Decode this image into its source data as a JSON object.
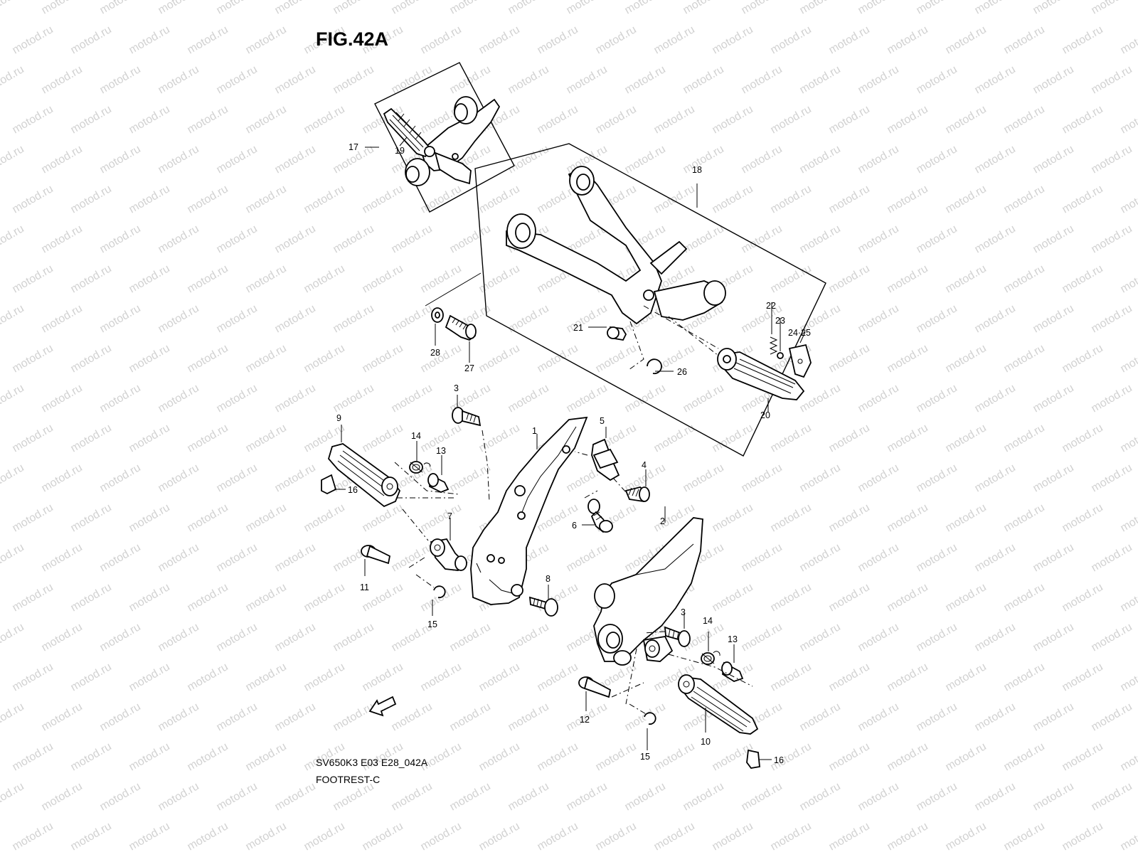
{
  "figure": {
    "title": "FIG.42A",
    "code": "SV650K3 E03 E28_042A",
    "name": "FOOTREST-C"
  },
  "watermark": {
    "text": "motod.ru"
  },
  "fwd_arrow": {
    "label": "FWD"
  },
  "callouts": {
    "c1": "1",
    "c2": "2",
    "c3a": "3",
    "c3b": "3",
    "c4": "4",
    "c5": "5",
    "c6": "6",
    "c7": "7",
    "c8": "8",
    "c9": "9",
    "c10": "10",
    "c11": "11",
    "c12": "12",
    "c13a": "13",
    "c13b": "13",
    "c14a": "14",
    "c14b": "14",
    "c15a": "15",
    "c15b": "15",
    "c16a": "16",
    "c16b": "16",
    "c17": "17",
    "c18": "18",
    "c19": "19",
    "c20": "20",
    "c21": "21",
    "c22": "22",
    "c23": "23",
    "c2425": "24·25",
    "c26": "26",
    "c27": "27",
    "c28": "28"
  },
  "colors": {
    "ink": "#000000",
    "watermark": "#9a9a9a",
    "background": "#ffffff"
  }
}
